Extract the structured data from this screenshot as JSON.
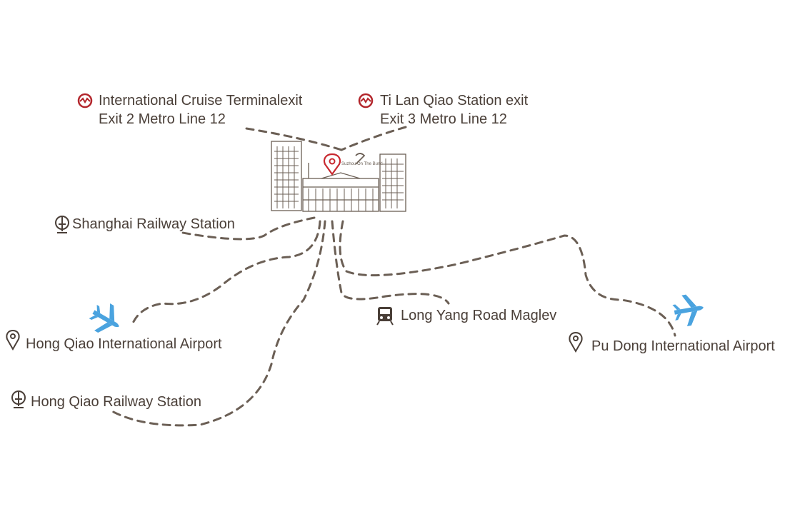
{
  "colors": {
    "route": "#6b5f55",
    "text": "#4a3f38",
    "metro": "#b3262c",
    "airplane": "#4aa3df",
    "pin": "#c8282f",
    "building": "#6b5f55"
  },
  "hotel": {
    "logo_text": "Suzhou On The Bund",
    "icon": "location-pin-icon"
  },
  "destinations": {
    "cruise_terminal": {
      "icon": "metro-icon",
      "line1": "International Cruise Terminalexit",
      "line2": "Exit 2 Metro Line 12"
    },
    "tilanqiao": {
      "icon": "metro-icon",
      "line1": "Ti Lan Qiao Station exit",
      "line2": "Exit 3 Metro Line 12"
    },
    "shanghai_railway": {
      "icon": "railway-icon",
      "label": "Shanghai Railway Station"
    },
    "hongqiao_airport": {
      "icon": "location-pin-icon",
      "label": "Hong Qiao International Airport"
    },
    "hongqiao_railway": {
      "icon": "railway-icon",
      "label": "Hong Qiao Railway Station"
    },
    "longyang_maglev": {
      "icon": "train-icon",
      "label": "Long Yang Road Maglev"
    },
    "pudong_airport": {
      "icon": "location-pin-icon",
      "label": "Pu Dong International Airport"
    }
  }
}
